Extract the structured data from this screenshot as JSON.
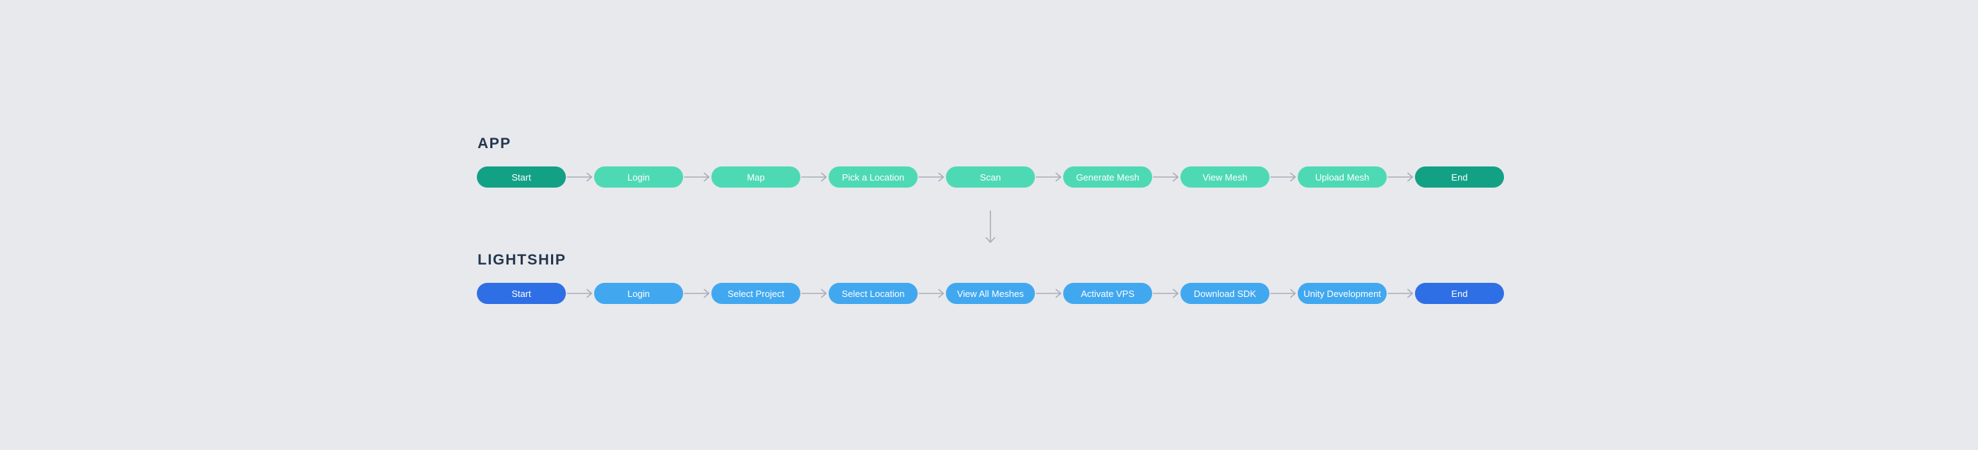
{
  "canvas": {
    "background_color": "#E8E9ED"
  },
  "colors": {
    "app_terminal_node": "#13A185",
    "app_step_node": "#4ED9B5",
    "lightship_terminal_node": "#2F6FE5",
    "lightship_step_node": "#41A8F0",
    "node_text": "#FFFFFF",
    "arrow": "#A9AFB8",
    "title_text": "#24374E"
  },
  "flows": [
    {
      "title": "APP",
      "nodes": [
        {
          "label": "Start",
          "type": "terminal"
        },
        {
          "label": "Login",
          "type": "step"
        },
        {
          "label": "Map",
          "type": "step"
        },
        {
          "label": "Pick a Location",
          "type": "step"
        },
        {
          "label": "Scan",
          "type": "step"
        },
        {
          "label": "Generate Mesh",
          "type": "step"
        },
        {
          "label": "View Mesh",
          "type": "step"
        },
        {
          "label": "Upload Mesh",
          "type": "step"
        },
        {
          "label": "End",
          "type": "terminal"
        }
      ]
    },
    {
      "title": "LIGHTSHIP",
      "nodes": [
        {
          "label": "Start",
          "type": "terminal"
        },
        {
          "label": "Login",
          "type": "step"
        },
        {
          "label": "Select Project",
          "type": "step"
        },
        {
          "label": "Select Location",
          "type": "step"
        },
        {
          "label": "View All Meshes",
          "type": "step"
        },
        {
          "label": "Activate VPS",
          "type": "step"
        },
        {
          "label": "Download SDK",
          "type": "step"
        },
        {
          "label": "Unity Development",
          "type": "step"
        },
        {
          "label": "End",
          "type": "terminal"
        }
      ]
    }
  ],
  "inter_flow_connector": {
    "from": "APP",
    "to": "LIGHTSHIP",
    "direction": "down"
  }
}
